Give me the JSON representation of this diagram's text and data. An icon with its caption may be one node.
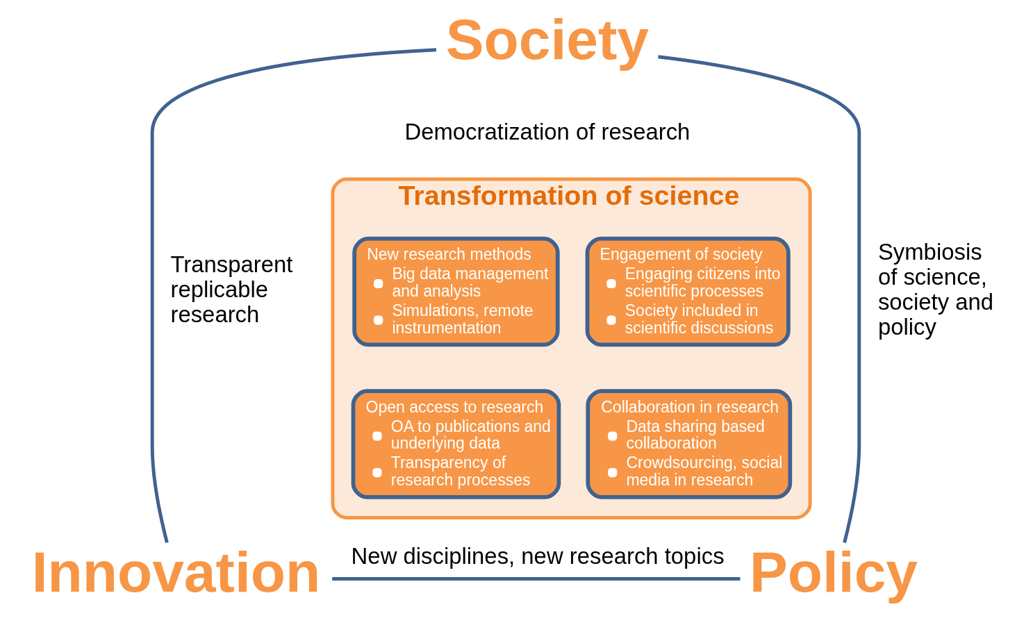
{
  "diagram": {
    "nodes": [
      {
        "text": [
          "Society"
        ]
      },
      {
        "text": [
          "Innovation"
        ]
      },
      {
        "text": [
          "Policy"
        ]
      },
      {
        "text": [
          "Transformation of science"
        ]
      },
      {
        "text": [
          "New research methods",
          "Big data management and analysis",
          "Simulations, remote instrumentation"
        ],
        "in": 3
      },
      {
        "text": [
          "Engagement of society",
          "Engaging citizens into scientific processes",
          "Society included in scientific discussions"
        ],
        "in": 3
      },
      {
        "text": [
          "Open access to research",
          "OA to publications and underlying data",
          "Transparency of research processes"
        ],
        "in": 3
      },
      {
        "text": [
          "Collaboration in research",
          "Data sharing based collaboration",
          "Crowdsourcing, social media in research"
        ],
        "in": 3
      }
    ],
    "edges": [
      {
        "from": 0,
        "to": 1,
        "arrow": "none",
        "label": "Transparent replicable research"
      },
      {
        "from": 0,
        "to": 2,
        "arrow": "none",
        "label": "Symbiosis of science, society and policy"
      },
      {
        "from": 1,
        "to": 2,
        "arrow": "none",
        "label": "New disciplines, new research topics"
      }
    ],
    "labels": [
      "Democratization of research"
    ]
  }
}
